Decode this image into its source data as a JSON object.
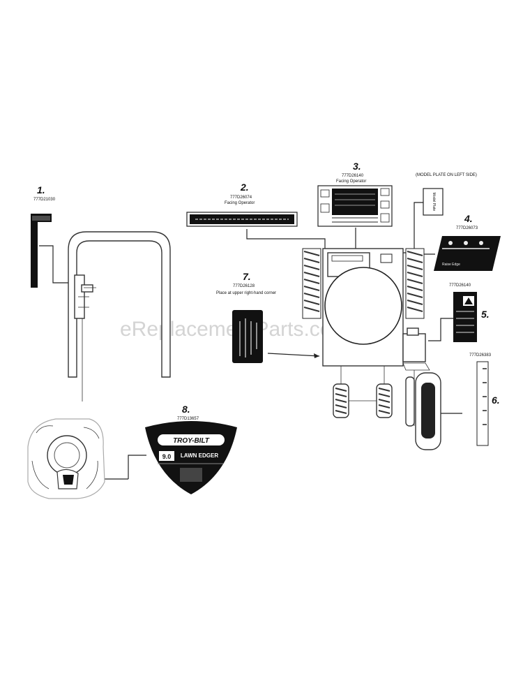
{
  "watermark": "eReplacementParts.com",
  "callouts": [
    {
      "num": "1.",
      "part": "777D21030"
    },
    {
      "num": "2.",
      "part": "777D26074",
      "note": "Facing Operator"
    },
    {
      "num": "3.",
      "part": "777D26140",
      "note": "Facing Operator"
    },
    {
      "num": "4.",
      "part": "777D26073"
    },
    {
      "num": "5.",
      "part": "777D26140"
    },
    {
      "num": "6.",
      "part": "777D26383"
    },
    {
      "num": "7.",
      "part": "777D26128",
      "note": "Place at upper right-hand corner"
    },
    {
      "num": "8.",
      "part": "777D13657"
    }
  ],
  "model_plate": {
    "note": "(MODEL PLATE ON LEFT SIDE)",
    "label": "Model Plate"
  },
  "decal_8": {
    "brand": "TROY-BILT",
    "torque": "9.0",
    "product": "LAWN EDGER"
  },
  "decal_4": {
    "text": "Raise Edge"
  }
}
